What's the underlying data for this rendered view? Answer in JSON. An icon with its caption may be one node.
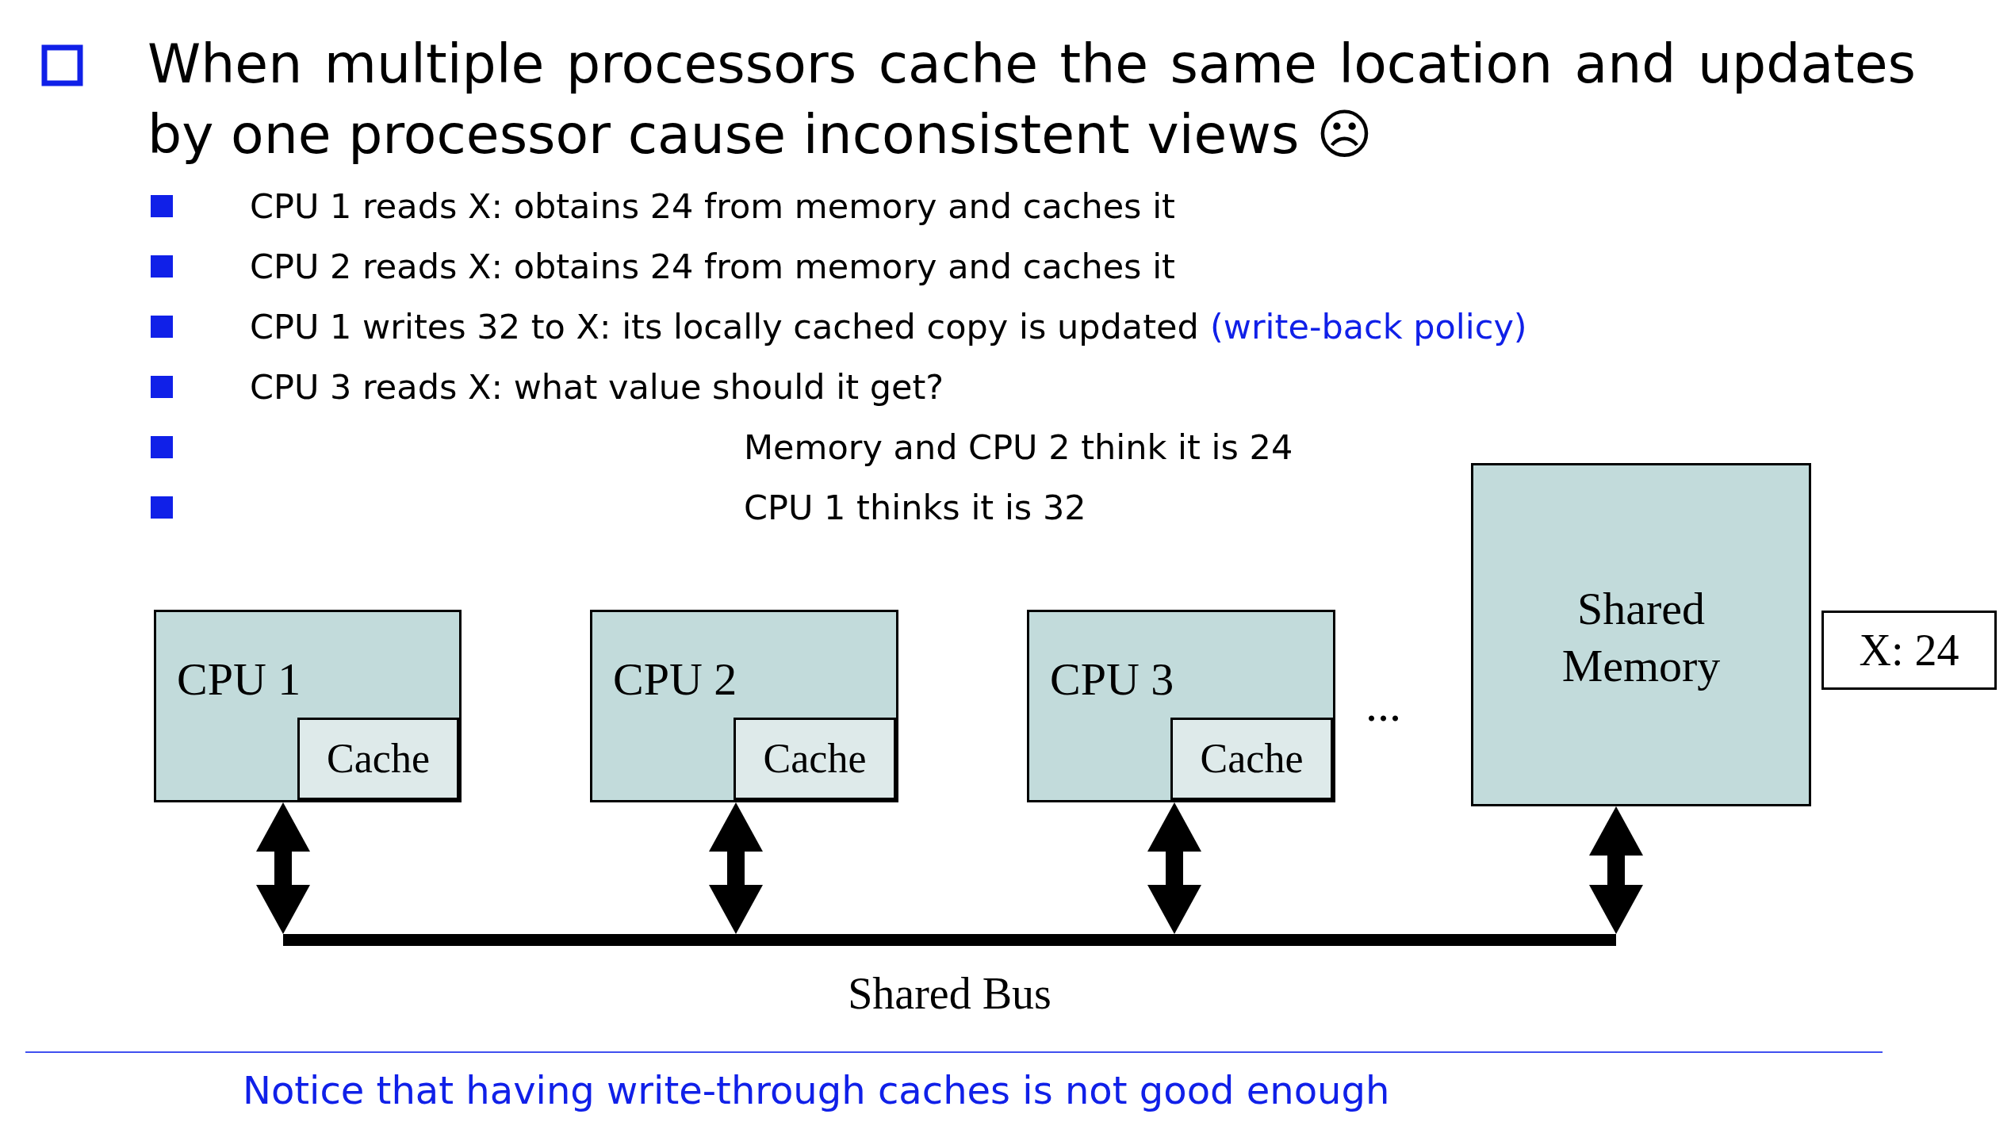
{
  "diagram": {
    "title": "When multiple processors cache the same location and updates by one processor cause inconsistent views ☹",
    "caption": "Notice that having write-through caches is not good enough",
    "nodes": [
      {
        "text": [
          "CPU 1"
        ]
      },
      {
        "text": [
          "Cache"
        ],
        "in": 0
      },
      {
        "text": [
          "CPU 2"
        ]
      },
      {
        "text": [
          "Cache"
        ],
        "in": 2
      },
      {
        "text": [
          "CPU 3"
        ]
      },
      {
        "text": [
          "Cache"
        ],
        "in": 4
      },
      {
        "text": [
          "Shared Memory"
        ]
      },
      {
        "text": [
          "X:  24"
        ]
      },
      {
        "text": [],
        "shape": "bar",
        "beside": [
          "Shared Bus"
        ]
      }
    ],
    "edges": [
      {
        "from": 0,
        "to": 8,
        "arrow": "both"
      },
      {
        "from": 2,
        "to": 8,
        "arrow": "both"
      },
      {
        "from": 4,
        "to": 8,
        "arrow": "both"
      },
      {
        "from": 6,
        "to": 8,
        "arrow": "both"
      }
    ],
    "labels": [
      "CPU 1 reads X: obtains 24 from memory and caches it",
      "CPU 2 reads X: obtains 24 from memory and caches it",
      "CPU 1 writes 32 to X: its locally cached copy is updated",
      "(write-back policy)",
      "CPU 3 reads X: what value should it get?",
      "Memory and CPU 2 think it is 24",
      "CPU 1 thinks it is 32",
      "..."
    ]
  }
}
